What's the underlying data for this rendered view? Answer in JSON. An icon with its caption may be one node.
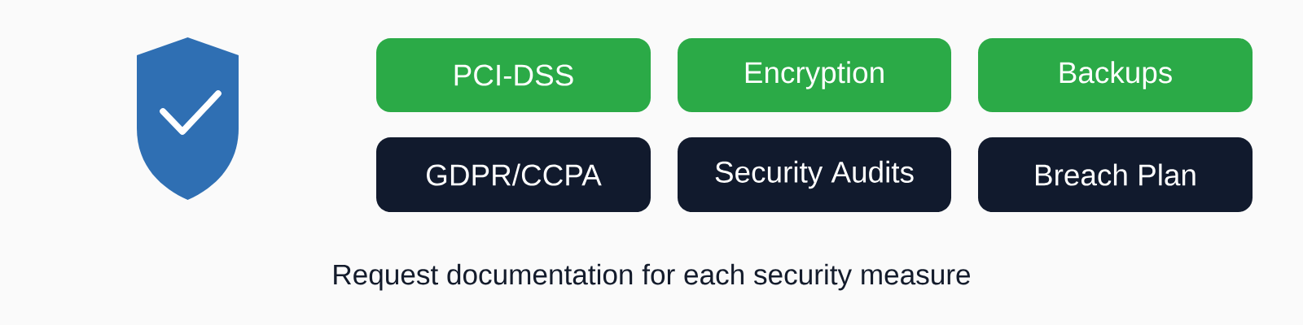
{
  "diagram": {
    "nodes": [
      {
        "text": [
          "PCI-DSS"
        ]
      },
      {
        "text": [
          "Encryption"
        ]
      },
      {
        "text": [
          "Backups"
        ]
      },
      {
        "text": [
          "GDPR/CCPA"
        ]
      },
      {
        "text": [
          "Security Audits"
        ]
      },
      {
        "text": [
          "Breach Plan"
        ]
      }
    ],
    "labels": [
      "Request documentation for each security measure"
    ]
  }
}
